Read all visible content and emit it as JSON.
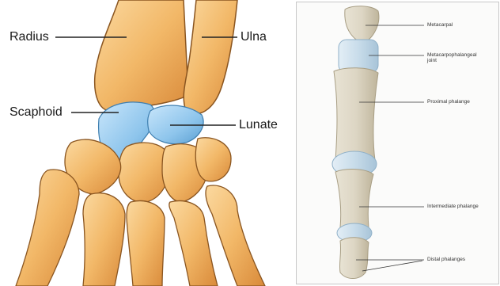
{
  "left_panel": {
    "labels": {
      "radius": "Radius",
      "ulna": "Ulna",
      "scaphoid": "Scaphoid",
      "lunate": "Lunate"
    }
  },
  "right_panel": {
    "labels": {
      "metacarpal": "Metacarpal",
      "mcp_joint_line1": "Metacarpophalangeal",
      "mcp_joint_line2": "joint",
      "proximal_phalange": "Proximal phalange",
      "intermediate_phalange": "Intermediate phalange",
      "distal_phalanges": "Distal phalanges"
    }
  },
  "colors": {
    "bone": "#f2b868",
    "bone_shadow": "#d98a3a",
    "bone_outline": "#8a5520",
    "cartilage_blue": "#8ec5ec",
    "finger_bone": "#ddd6c4",
    "finger_joint": "#c8dcea"
  }
}
